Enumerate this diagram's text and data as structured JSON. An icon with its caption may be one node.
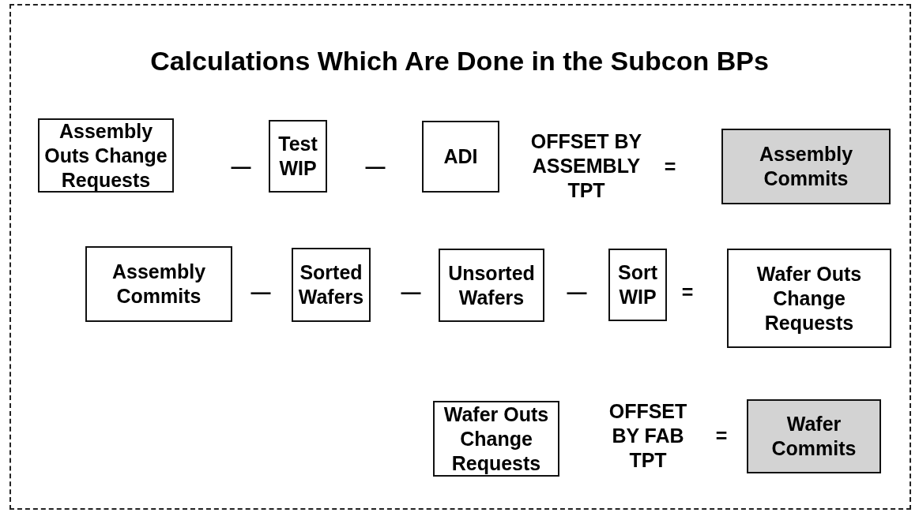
{
  "diagram": {
    "title": "Calculations Which Are Done in the Subcon BPs",
    "nodes": [
      {
        "text": [
          "Assembly Outs Change Requests"
        ]
      },
      {
        "text": [
          "Test WIP"
        ]
      },
      {
        "text": [
          "ADI"
        ]
      },
      {
        "text": [
          "Assembly Commits"
        ]
      },
      {
        "text": [
          "Assembly Commits"
        ]
      },
      {
        "text": [
          "Sorted Wafers"
        ]
      },
      {
        "text": [
          "Unsorted Wafers"
        ]
      },
      {
        "text": [
          "Sort WIP"
        ]
      },
      {
        "text": [
          "Wafer Outs Change Requests"
        ]
      },
      {
        "text": [
          "Wafer Outs Change Requests"
        ]
      },
      {
        "text": [
          "Wafer Commits"
        ]
      }
    ],
    "edges": [],
    "labels": [
      "—",
      "—",
      "OFFSET BY ASSEMBLY TPT",
      "=",
      "—",
      "—",
      "—",
      "=",
      "OFFSET BY FAB TPT",
      "="
    ]
  }
}
